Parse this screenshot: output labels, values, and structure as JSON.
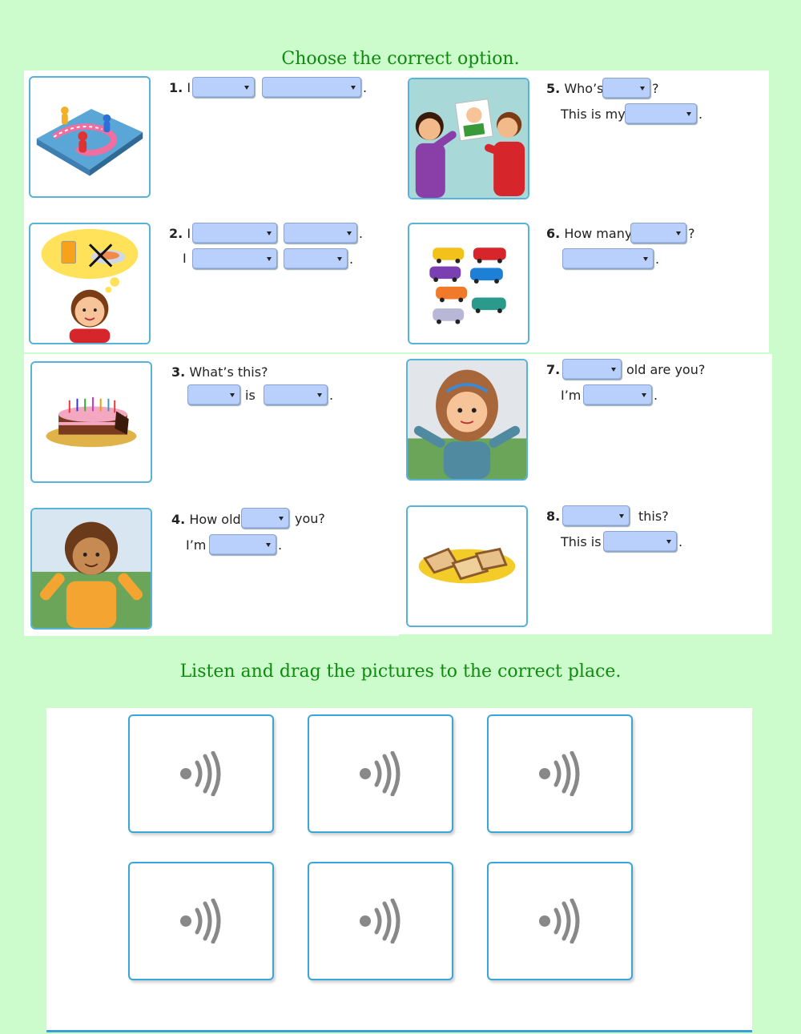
{
  "section1": {
    "title": "Choose the correct option."
  },
  "section2": {
    "title": "Listen and drag the pictures to the correct place."
  },
  "questions": [
    {
      "num": "1.",
      "lines": [
        {
          "parts": [
            "I"
          ]
        }
      ],
      "end": "."
    },
    {
      "num": "2.",
      "lines": [
        {
          "parts": [
            "I"
          ]
        },
        {
          "parts": [
            "I"
          ]
        }
      ]
    },
    {
      "num": "3.",
      "text": "What’s this?",
      "parts": [
        "is"
      ]
    },
    {
      "num": "4.",
      "text1": "How old",
      "text2": "you?",
      "line2": "I’m"
    },
    {
      "num": "5.",
      "text": "Who’s",
      "q": "?",
      "line2": "This is my"
    },
    {
      "num": "6.",
      "text": "How many",
      "q": "?"
    },
    {
      "num": "7.",
      "text": "old are you?",
      "line2": "I’m"
    },
    {
      "num": "8.",
      "text": "this?",
      "line2": "This is"
    }
  ],
  "images": {
    "q1": "board-game-image",
    "q2": "girl-thinking-food-image",
    "q3": "birthday-cake-image",
    "q4": "boy-waving-image",
    "q5": "girls-with-photo-image",
    "q6": "toy-cars-image",
    "q7": "girl-hands-up-image",
    "q8": "toast-plate-image"
  },
  "audio_cards": [
    "speaker-icon",
    "speaker-icon",
    "speaker-icon",
    "speaker-icon",
    "speaker-icon",
    "speaker-icon"
  ],
  "colors": {
    "background": "#ccfccc",
    "title": "#0f8a0f",
    "dropdown": "#b8d0fb",
    "card_border": "#3aa5d8"
  },
  "labels": {
    "period": ".",
    "q": "?"
  }
}
